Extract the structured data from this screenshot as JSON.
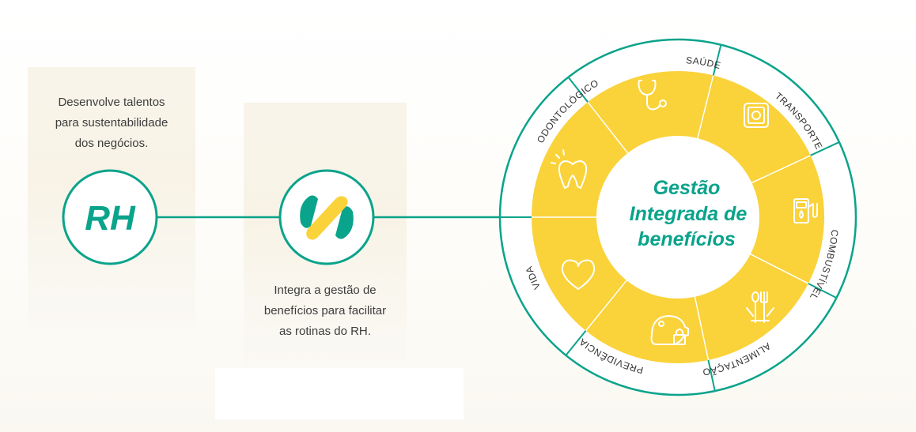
{
  "rh_node": {
    "label": "RH",
    "description": [
      "Desenvolve talentos",
      "para sustentabilidade",
      "dos negócios."
    ]
  },
  "integration_node": {
    "description": [
      "Integra a gestão de",
      "benefícios para facilitar",
      "as rotinas do RH."
    ]
  },
  "wheel": {
    "center_title": [
      "Gestão",
      "Integrada de",
      "benefícios"
    ],
    "segments": [
      {
        "label": "SAÚDE",
        "icon": "stethoscope-icon"
      },
      {
        "label": "TRANSPORTE",
        "icon": "transport-card-icon"
      },
      {
        "label": "COMBUSTÍVEL",
        "icon": "fuel-pump-icon"
      },
      {
        "label": "ALIMENTAÇÃO",
        "icon": "cutlery-icon"
      },
      {
        "label": "PREVIDÊNCIA",
        "icon": "piggy-bank-icon"
      },
      {
        "label": "VIDA",
        "icon": "heart-icon"
      },
      {
        "label": "ODONTOLÓGICO",
        "icon": "tooth-icon"
      }
    ]
  },
  "colors": {
    "teal": "#0aa38b",
    "yellow": "#fad23a",
    "card": "#f8f4ea"
  }
}
